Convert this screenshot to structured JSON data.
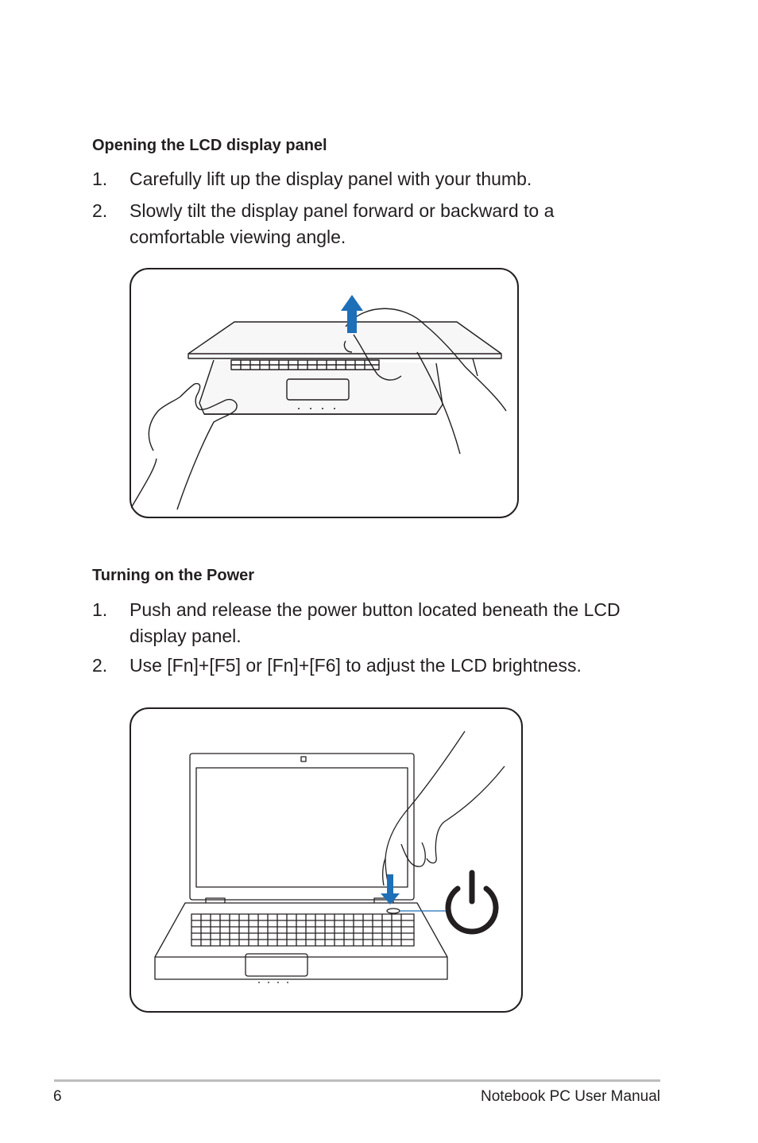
{
  "section1": {
    "heading": "Opening the LCD display panel",
    "steps": [
      {
        "num": "1.",
        "text": "Carefully lift up the display panel with your thumb."
      },
      {
        "num": "2.",
        "text": "Slowly tilt the display panel forward or backward to a comfortable viewing angle."
      }
    ]
  },
  "section2": {
    "heading": "Turning on the Power",
    "steps": [
      {
        "num": "1.",
        "text": "Push and release the power button located beneath the LCD display panel."
      },
      {
        "num": "2.",
        "text": "Use [Fn]+[F5] or [Fn]+[F6] to adjust the LCD brightness."
      }
    ]
  },
  "footer": {
    "page_number": "6",
    "manual_title": "Notebook PC User Manual"
  },
  "colors": {
    "arrow_blue": "#1d6fb8",
    "text": "#231f20",
    "rule": "#bdbdbd"
  },
  "icons": [
    "up-arrow-icon",
    "down-arrow-icon",
    "power-icon"
  ]
}
